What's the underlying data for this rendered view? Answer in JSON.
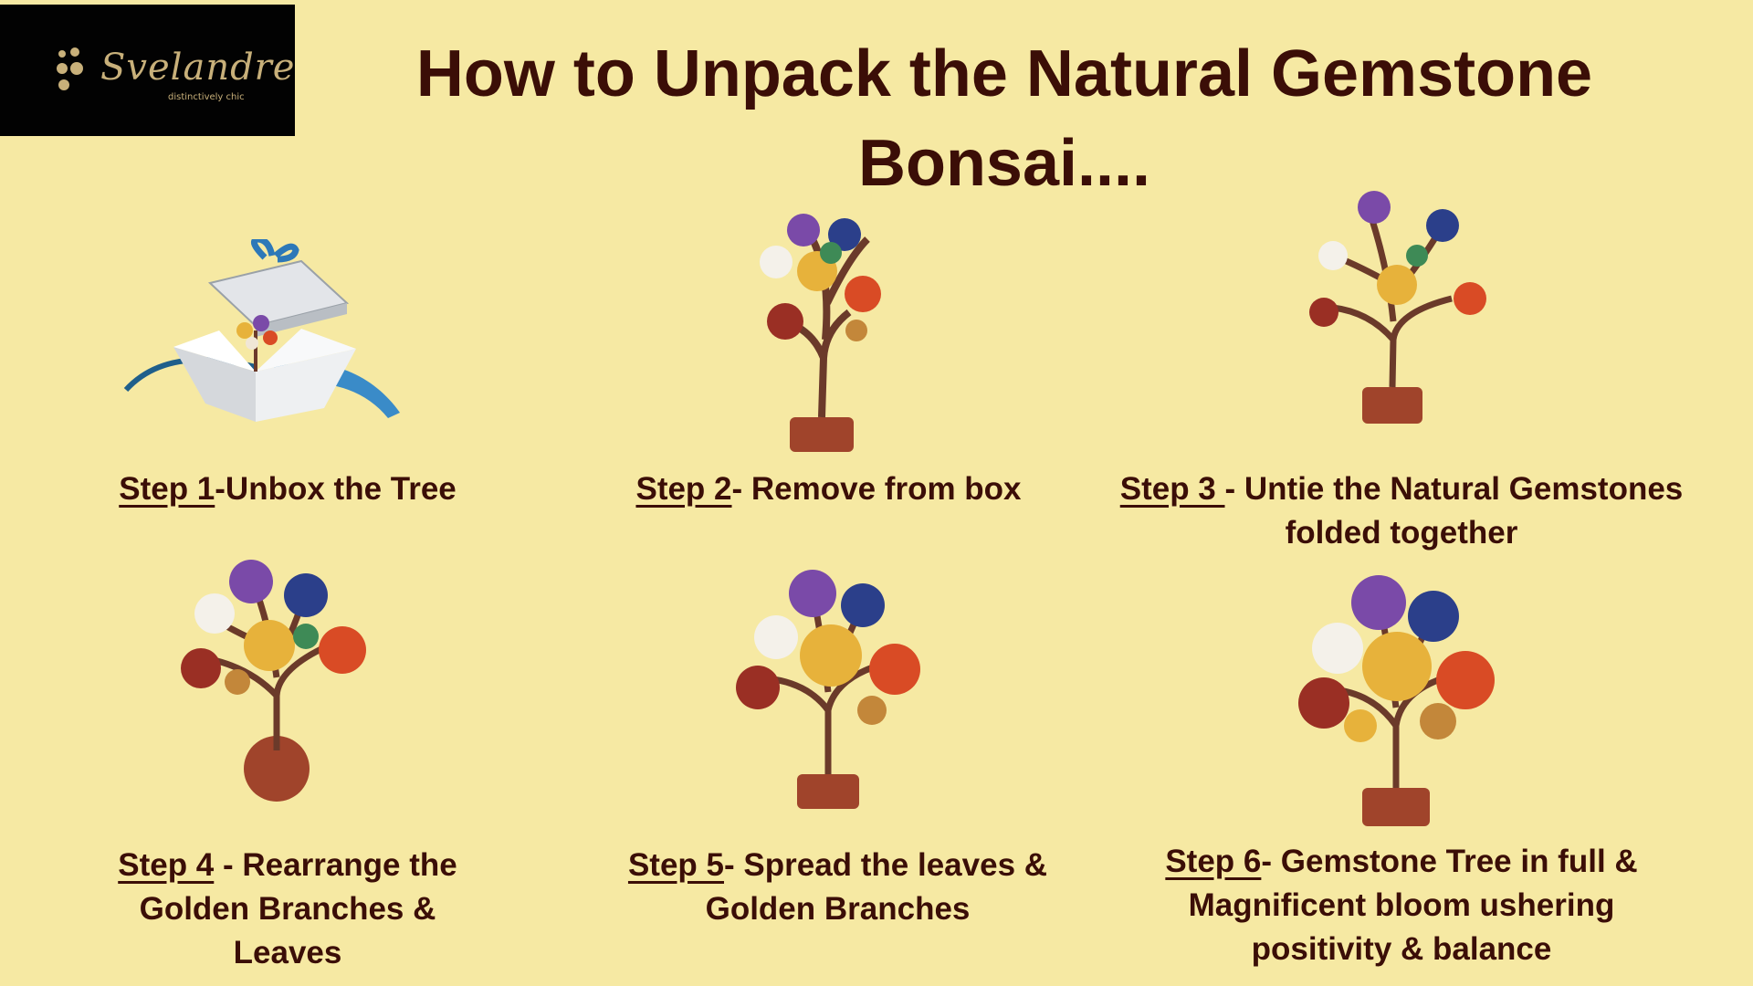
{
  "brand": {
    "name": "Svelandre",
    "tagline": "distinctively chic",
    "color": "#c8b07a"
  },
  "title": "How to Unpack the Natural Gemstone Bonsai....",
  "colors": {
    "background": "#f6e9a3",
    "text": "#3b0e07",
    "logo_bg": "#020202"
  },
  "steps": [
    {
      "label": "Step 1",
      "text": "-Unbox the Tree",
      "image": "opened-gift-box-with-tree"
    },
    {
      "label": "Step 2",
      "text": "- Remove from box",
      "image": "gemstone-tree-folded"
    },
    {
      "label": "Step 3 ",
      "text": "- Untie the Natural Gemstones folded together",
      "image": "gemstone-tree-untied"
    },
    {
      "label": "Step 4",
      "text": " - Rearrange the Golden Branches & Leaves",
      "image": "gemstone-tree-rearranged"
    },
    {
      "label": "Step 5",
      "text": "- Spread the leaves & Golden Branches",
      "image": "gemstone-tree-spread"
    },
    {
      "label": "Step 6",
      "text": "- Gemstone Tree in full & Magnificent bloom ushering positivity & balance",
      "image": "gemstone-tree-full-bloom"
    }
  ]
}
